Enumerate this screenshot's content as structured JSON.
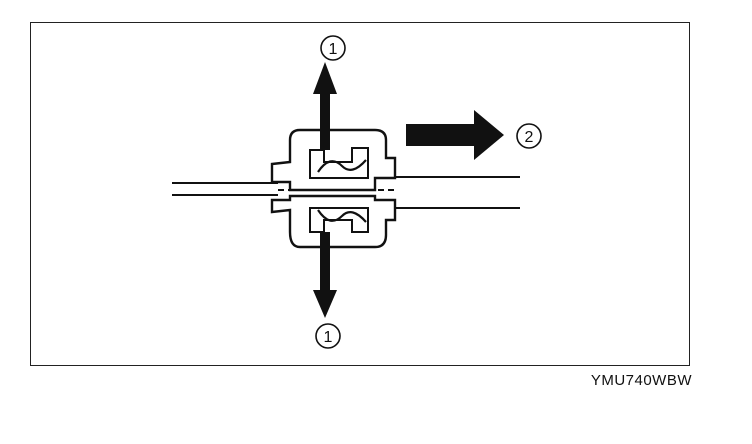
{
  "figure": {
    "code": "YMU740WBW"
  },
  "callouts": {
    "top": "1",
    "right": "2",
    "bottom": "1"
  },
  "colors": {
    "ink": "#111111",
    "paper": "#ffffff"
  },
  "icons": {
    "outward_arrows": "double-headed-vertical-arrow",
    "pull_direction": "right-arrow"
  }
}
